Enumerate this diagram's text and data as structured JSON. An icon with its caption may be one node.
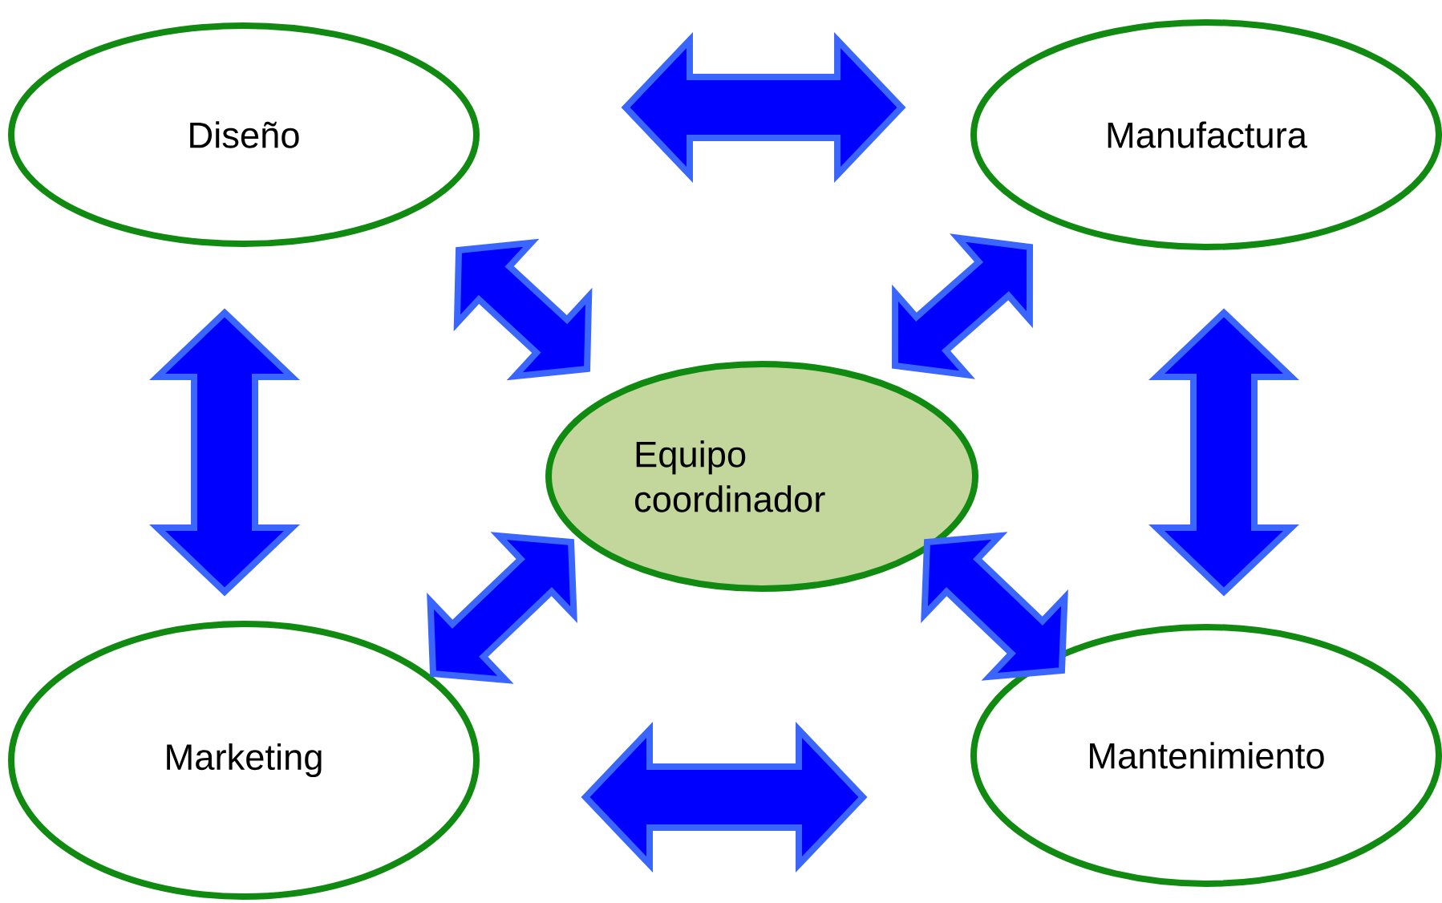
{
  "diagram": {
    "nodes": [
      {
        "text": [
          "Diseño"
        ]
      },
      {
        "text": [
          "Manufactura"
        ]
      },
      {
        "text": [
          "Equipo coordinador"
        ]
      },
      {
        "text": [
          "Marketing"
        ]
      },
      {
        "text": [
          "Mantenimiento"
        ]
      }
    ],
    "edges": [
      {
        "from": 0,
        "to": 1,
        "arrow": "both"
      },
      {
        "from": 2,
        "to": 0,
        "arrow": "both"
      },
      {
        "from": 2,
        "to": 1,
        "arrow": "both"
      },
      {
        "from": 0,
        "to": 3,
        "arrow": "both"
      },
      {
        "from": 1,
        "to": 4,
        "arrow": "both"
      },
      {
        "from": 2,
        "to": 3,
        "arrow": "both"
      },
      {
        "from": 2,
        "to": 4,
        "arrow": "both"
      },
      {
        "from": 3,
        "to": 4,
        "arrow": "both"
      }
    ]
  }
}
